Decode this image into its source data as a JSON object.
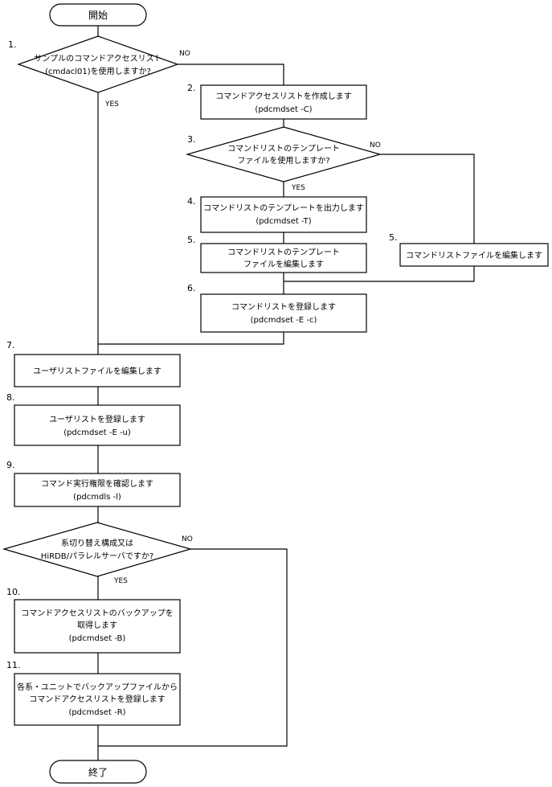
{
  "start": "開始",
  "end": "終了",
  "steps": {
    "s1": {
      "num": "1.",
      "line1": "サンプルのコマンドアクセスリスト",
      "line2": "(cmdacl01)を使用しますか?"
    },
    "s2": {
      "num": "2.",
      "line1": "コマンドアクセスリストを作成します",
      "line2": "(pdcmdset -C)"
    },
    "s3": {
      "num": "3.",
      "line1": "コマンドリストのテンプレート",
      "line2": "ファイルを使用しますか?"
    },
    "s4": {
      "num": "4.",
      "line1": "コマンドリストのテンプレートを出力します",
      "line2": "(pdcmdset -T)"
    },
    "s5a": {
      "num": "5.",
      "line1": "コマンドリストのテンプレート",
      "line2": "ファイルを編集します"
    },
    "s5b": {
      "num": "5.",
      "line1": "コマンドリストファイルを編集します"
    },
    "s6": {
      "num": "6.",
      "line1": "コマンドリストを登録します",
      "line2": "(pdcmdset -E -c)"
    },
    "s7": {
      "num": "7.",
      "line1": "ユーザリストファイルを編集します"
    },
    "s8": {
      "num": "8.",
      "line1": "ユーザリストを登録します",
      "line2": "(pdcmdset -E -u)"
    },
    "s9": {
      "num": "9.",
      "line1": "コマンド実行権限を確認します",
      "line2": "(pdcmdls -l)"
    },
    "d4": {
      "line1": "系切り替え構成又は",
      "line2": "HiRDB/パラレルサーバですか?"
    },
    "s10": {
      "num": "10.",
      "line1": "コマンドアクセスリストのバックアップを",
      "line2": "取得します",
      "line3": "(pdcmdset -B)"
    },
    "s11": {
      "num": "11.",
      "line1": "各系・ユニットでバックアップファイルから",
      "line2": "コマンドアクセスリストを登録します",
      "line3": "(pdcmdset -R)"
    }
  },
  "labels": {
    "yes": "YES",
    "no": "NO"
  }
}
